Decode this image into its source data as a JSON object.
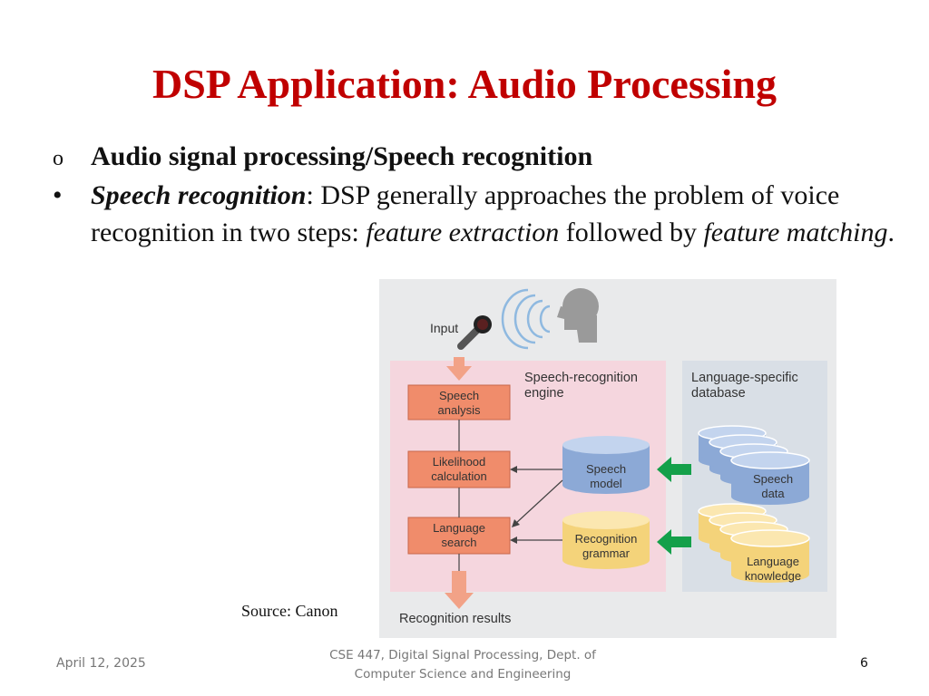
{
  "slide": {
    "title": "DSP Application: Audio Processing",
    "bullet1": {
      "marker": "o",
      "text": "Audio signal processing/Speech recognition"
    },
    "bullet2": {
      "marker": "•",
      "term": "Speech recognition",
      "text1": ": DSP generally approaches the problem of voice recognition in two steps: ",
      "em1": "feature extraction",
      "text2": " followed by ",
      "em2": "feature matching",
      "text3": "."
    },
    "source": "Source: Canon"
  },
  "diagram": {
    "input_label": "Input",
    "engine_label": [
      "Speech-recognition",
      "engine"
    ],
    "database_label": [
      "Language-specific",
      "database"
    ],
    "speech_analysis": [
      "Speech",
      "analysis"
    ],
    "likelihood": [
      "Likelihood",
      "calculation"
    ],
    "language_search": [
      "Language",
      "search"
    ],
    "speech_model": [
      "Speech",
      "model"
    ],
    "recognition_grammar": [
      "Recognition",
      "grammar"
    ],
    "speech_data": [
      "Speech",
      "data"
    ],
    "language_knowledge": [
      "Language",
      "knowledge"
    ],
    "results_label": "Recognition results",
    "colors": {
      "panel_bg": "#e9eaeb",
      "engine_bg": "#f5d6de",
      "database_bg": "#d9dfe6",
      "process_box": "#f08c6b",
      "blue_cylinder": "#8ca9d6",
      "yellow_cylinder": "#f4d37a",
      "green_arrow": "#14a04a",
      "salmon_arrow": "#f2a287"
    }
  },
  "footer": {
    "date": "April 12, 2025",
    "course_line1": "CSE 447, Digital Signal Processing, Dept. of",
    "course_line2": "Computer Science and Engineering",
    "page": "6"
  }
}
